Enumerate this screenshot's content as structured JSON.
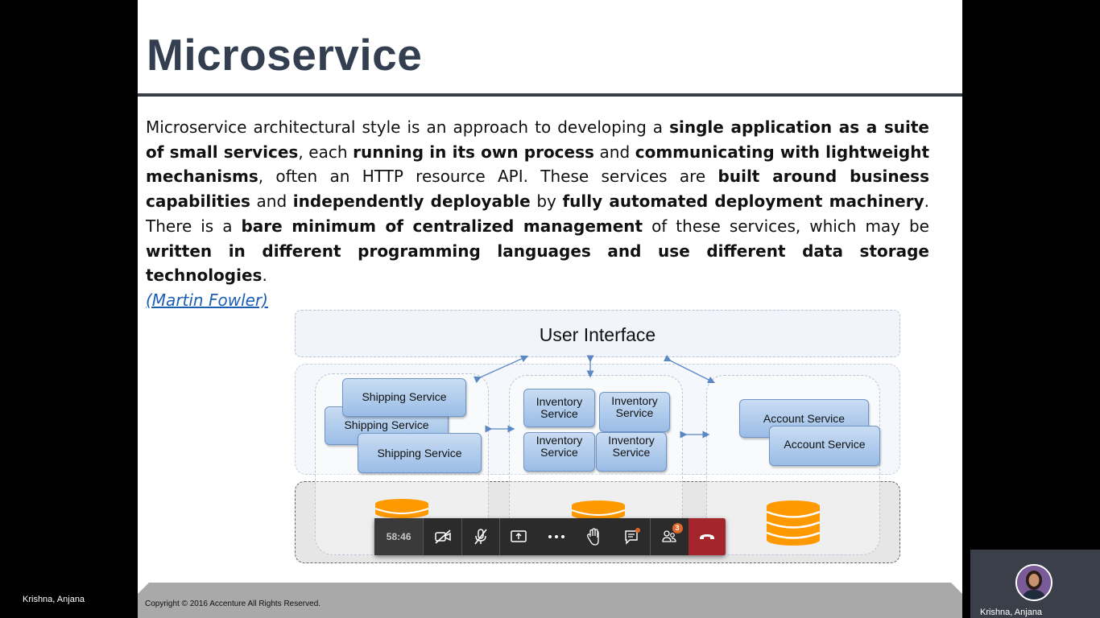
{
  "slide": {
    "title": "Microservice",
    "body": {
      "s1": "Microservice architectural style is an approach to developing a ",
      "b1": "single application as a suite of small services",
      "s2": ", each ",
      "b2": "running in its own process",
      "s3": " and ",
      "b3": "communicating with lightweight mechanisms",
      "s4": ", often an HTTP resource API. These services are ",
      "b4": "built around business capabilities",
      "s5": " and ",
      "b5": "independently deployable",
      "s6": " by ",
      "b6": "fully automated deployment machinery",
      "s7": ". There is a ",
      "b7": "bare minimum of centralized management",
      "s8": " of these services, which may be ",
      "b8": "written in different programming languages and use different data storage technologies",
      "s9": ".",
      "link": "(Martin Fowler)"
    },
    "diagram": {
      "ui_label": "User Interface",
      "shipping": [
        "Shipping Service",
        "Shipping Service",
        "Shipping Service"
      ],
      "inventory": [
        "Inventory Service",
        "Inventory Service",
        "Inventory Service",
        "Inventory Service"
      ],
      "account": [
        "Account Service",
        "Account Service"
      ]
    },
    "copyright": "Copyright © 2016 Accenture All Rights Reserved."
  },
  "toolbar": {
    "timer": "58:46",
    "chat_badge": "3",
    "icons": [
      "video-off-icon",
      "mic-off-icon",
      "share-screen-icon",
      "more-icon",
      "raise-hand-icon",
      "chat-icon",
      "participants-icon",
      "hang-up-icon"
    ],
    "hangup_color": "#a4262c"
  },
  "participants": {
    "left_name": "Krishna, Anjana",
    "tile_name": "Krishna, Anjana"
  }
}
